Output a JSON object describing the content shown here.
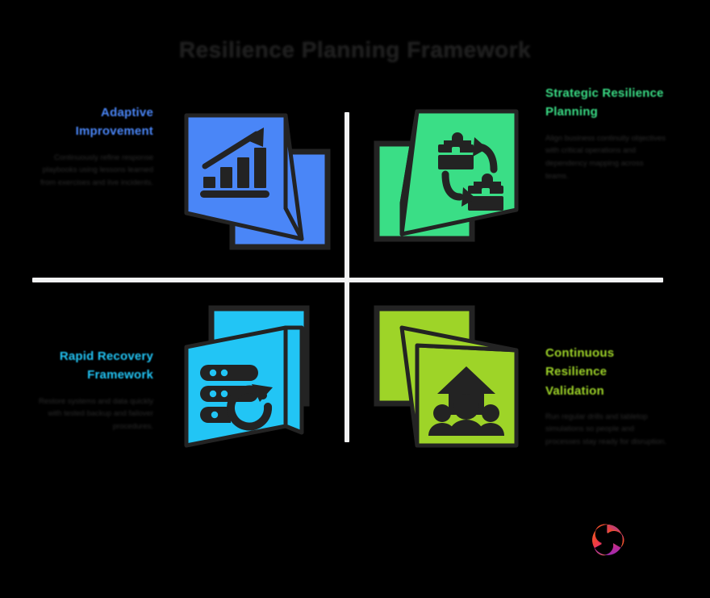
{
  "page": {
    "background_color": "#000000",
    "title": "Resilience Planning Framework",
    "title_color": "#1f1f1f"
  },
  "divider": {
    "color": "#f2f3f4",
    "style": "cross"
  },
  "quadrants": [
    {
      "id": "top-left",
      "heading": "Adaptive Improvement",
      "heading_color": "#4a86f7",
      "accent_color": "#4a86f7",
      "body": "Continuously refine response playbooks using lessons learned from exercises and live incidents.",
      "icon": "bar-chart-growth-icon",
      "text_side": "left"
    },
    {
      "id": "top-right",
      "heading": "Strategic Resilience Planning",
      "heading_color": "#3ade86",
      "accent_color": "#3ade86",
      "body": "Align business continuity objectives with critical operations and dependency mapping across teams.",
      "icon": "briefcase-exchange-icon",
      "text_side": "right"
    },
    {
      "id": "bottom-left",
      "heading": "Rapid Recovery Framework",
      "heading_color": "#22c5f5",
      "accent_color": "#22c5f5",
      "body": "Restore systems and data quickly with tested backup and failover procedures.",
      "icon": "server-restore-icon",
      "text_side": "left"
    },
    {
      "id": "bottom-right",
      "heading": "Continuous Resilience Validation",
      "heading_color": "#9ed428",
      "accent_color": "#9ed428",
      "body": "Run regular drills and tabletop simulations so people and processes stay ready for disruption.",
      "icon": "team-growth-icon",
      "text_side": "right"
    }
  ],
  "logo": {
    "name": "brand-logo",
    "colors": [
      "#7b2fd4",
      "#c2298f",
      "#f0452e",
      "#f98a1f",
      "#e8219a"
    ]
  }
}
